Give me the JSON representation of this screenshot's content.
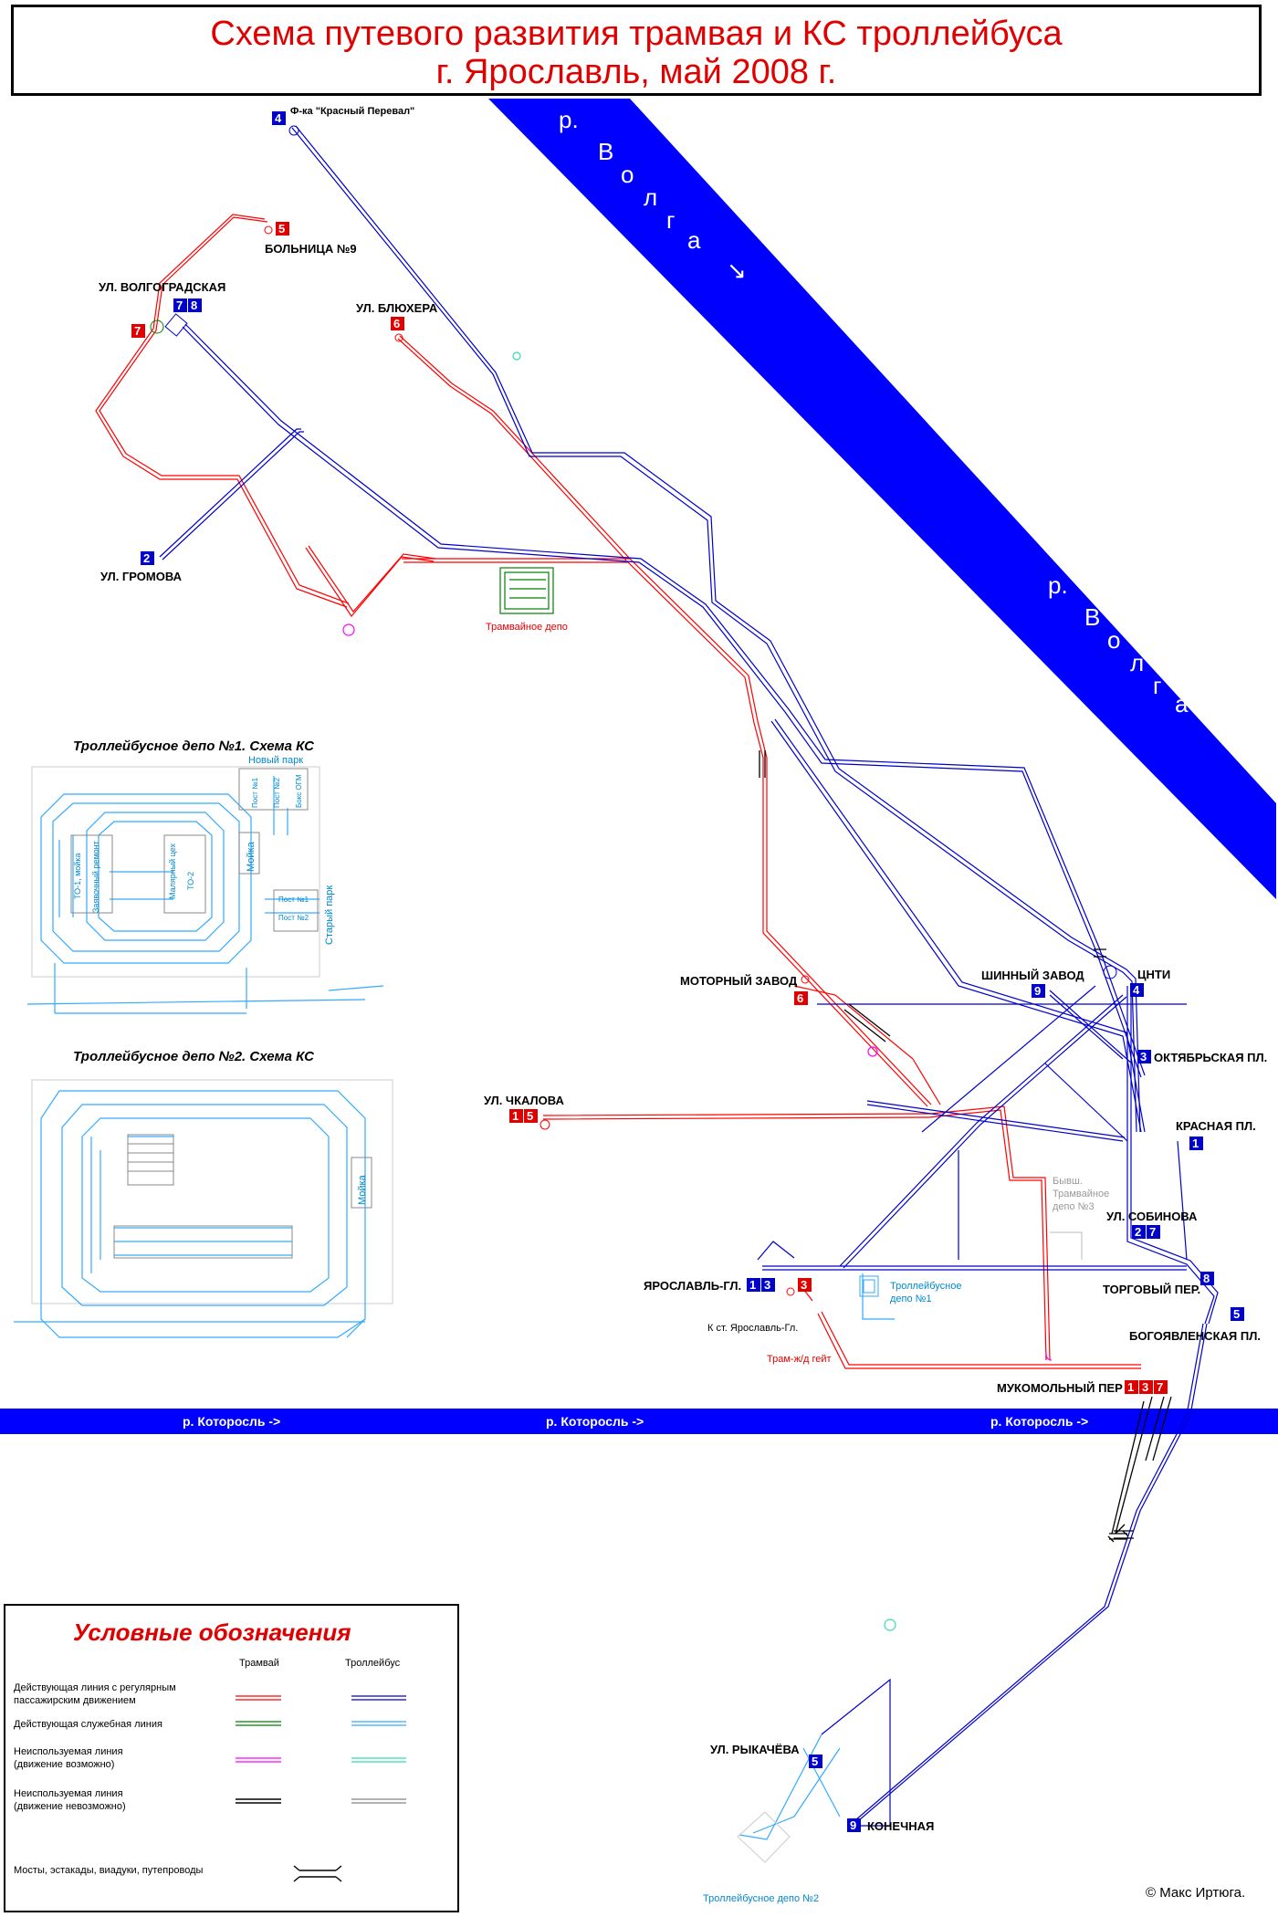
{
  "title": {
    "line1": "Схема путевого развития трамвая и КС троллейбуса",
    "line2": "г. Ярославль, май 2008 г."
  },
  "rivers": {
    "volga_r": "р.",
    "volga_name": [
      "В",
      "о",
      "л",
      "г",
      "а"
    ],
    "arrow": "↘",
    "kotorosl": "р. Которосль ->"
  },
  "stops": {
    "krasny_perevVal": "Ф-ка \"Красный Перевал\"",
    "bolnitsa": "БОЛЬНИЦА №9",
    "volgogradskaya": "УЛ. ВОЛГОГРАДСКАЯ",
    "blyukhera": "УЛ. БЛЮХЕРА",
    "gromova": "УЛ. ГРОМОВА",
    "motorny": "МОТОРНЫЙ ЗАВОД",
    "shinny": "ШИННЫЙ ЗАВОД",
    "tsnti": "ЦНТИ",
    "oktyabrskaya": "ОКТЯБРЬСКАЯ ПЛ.",
    "chkalova": "УЛ. ЧКАЛОВА",
    "krasnaya": "КРАСНАЯ ПЛ.",
    "sobinova": "УЛ. СОБИНОВА",
    "yaroslavl_gl": "ЯРОСЛАВЛЬ-ГЛ.",
    "torgovy": "ТОРГОВЫЙ ПЕР.",
    "bogoyavlenskaya": "БОГОЯВЛЕНСКАЯ ПЛ.",
    "mukomolny": "МУКОМОЛЬНЫЙ ПЕР",
    "rykacheva": "УЛ. РЫКАЧЁВА",
    "konechnaya": "КОНЕЧНАЯ"
  },
  "notes": {
    "tram_depot": "Трамвайное депо",
    "former_depot": [
      "Бывш.",
      "Трамвайное",
      "депо №3"
    ],
    "trolley_depot1": [
      "Троллейбусное",
      "депо №1"
    ],
    "trolley_depot2": "Троллейбусное депо №2",
    "to_station": "К ст. Ярославль-Гл.",
    "tram_rail_gate": "Трам-ж/д гейт"
  },
  "depot1": {
    "title": "Троллейбусное депо №1. Схема КС",
    "new_park": "Новый парк",
    "old_park": "Старый парк",
    "posts": [
      "Пост №1",
      "Пост №2",
      "Бокс ОГМ"
    ],
    "old_posts": [
      "Пост №1",
      "Пост №2"
    ],
    "wash": "Мойка",
    "to1": "ТО-1, мойка",
    "repair": "Заявочный ремонт",
    "paint": "Малярный цех",
    "to2": "ТО-2"
  },
  "depot2": {
    "title": "Троллейбусное депо №2. Схема КС",
    "wash": "Мойка"
  },
  "legend": {
    "title": "Условные обозначения",
    "col_tram": "Трамвай",
    "col_trolley": "Троллейбус",
    "rows": [
      {
        "l1": "Действующая линия с регулярным",
        "l2": "пассажирским движением",
        "tram": "#ff0000",
        "trolley": "#0000cc"
      },
      {
        "l1": "Действующая служебная линия",
        "l2": "",
        "tram": "#008000",
        "trolley": "#33aaff"
      },
      {
        "l1": "Неиспользуемая линия",
        "l2": "(движение возможно)",
        "tram": "#ff00ff",
        "trolley": "#33ddaa"
      },
      {
        "l1": "Неиспользуемая линия",
        "l2": "(движение невозможно)",
        "tram": "#000000",
        "trolley": "#999999"
      }
    ],
    "bridges": "Мосты, эстакады, виадуки, путепроводы"
  },
  "copyright": "© Макс Иртюга.",
  "colors": {
    "tram": "#ff0000",
    "trolley": "#0000cc",
    "service_trolley": "#33aaff",
    "river": "#0000ff"
  }
}
